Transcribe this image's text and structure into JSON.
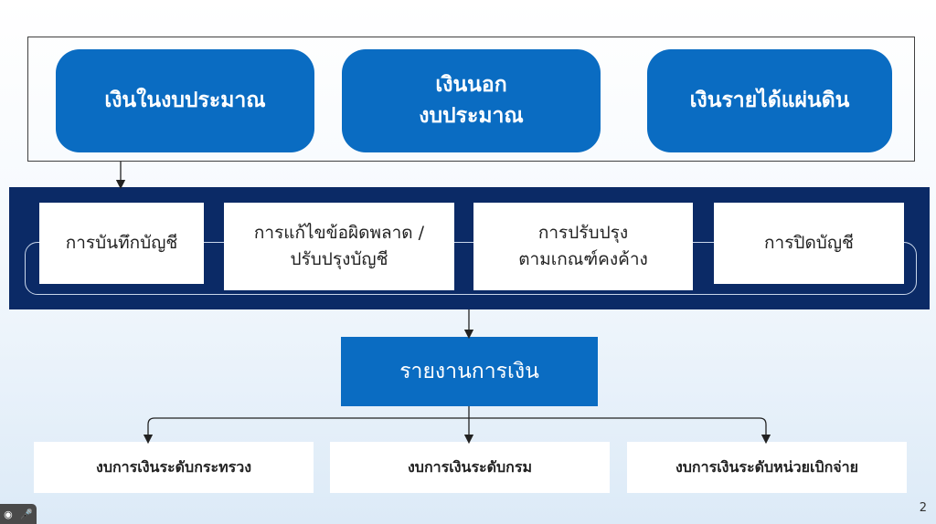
{
  "funds": [
    {
      "label": "เงินในงบประมาณ"
    },
    {
      "label": "เงินนอก\nงบประมาณ"
    },
    {
      "label": "เงินรายได้แผ่นดิน"
    }
  ],
  "process_steps": [
    {
      "label": "การบันทึกบัญชี"
    },
    {
      "label": "การแก้ไขข้อผิดพลาด /\nปรับปรุงบัญชี"
    },
    {
      "label": "การปรับปรุง\nตามเกณฑ์คงค้าง"
    },
    {
      "label": "การปิดบัญชี"
    }
  ],
  "report": {
    "label": "รายงานการเงิน"
  },
  "statements": [
    {
      "label": "งบการเงินระดับกระทรวง"
    },
    {
      "label": "งบการเงินระดับกรม"
    },
    {
      "label": "งบการเงินระดับหน่วยเบิกจ่าย"
    }
  ],
  "page_number": "2",
  "colors": {
    "fund_blue": "#0a6cc2",
    "band_navy": "#0b2a66",
    "report_blue": "#0a6cc2"
  },
  "taskbar_icons": [
    "camera-icon",
    "mic-muted-icon"
  ]
}
